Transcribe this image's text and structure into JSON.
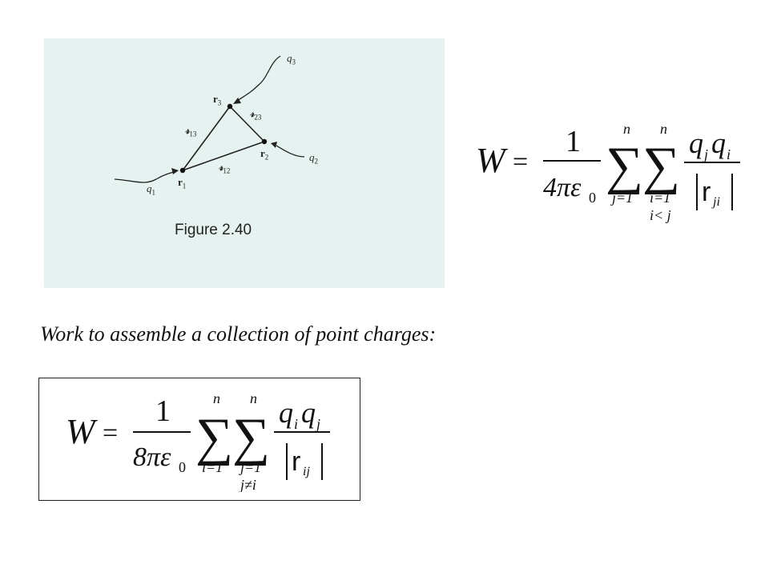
{
  "figure": {
    "caption": "Figure 2.40",
    "labels": {
      "q1": "q",
      "q1_sub": "1",
      "q2": "q",
      "q2_sub": "2",
      "q3": "q",
      "q3_sub": "3",
      "r1": "r",
      "r1_sub": "1",
      "r2": "r",
      "r2_sub": "2",
      "r3": "r",
      "r3_sub": "3",
      "s12": "𝓇",
      "s12_sub": "12",
      "s13": "𝓇",
      "s13_sub": "13",
      "s23": "𝓇",
      "s23_sub": "23"
    }
  },
  "equation_top": {
    "lhs": "W",
    "equals": "=",
    "numerator": "1",
    "denominator": "4πε",
    "denominator_sub": "0",
    "sum1_upper": "n",
    "sum1_lower": "j=1",
    "sum2_upper": "n",
    "sum2_lower": "i=1",
    "sum2_condition": "i< j",
    "frac_num": "q",
    "frac_num_sub1": "j",
    "frac_num_sub2": "i",
    "frac_den": "r",
    "frac_den_sub": "ji"
  },
  "caption": "Work to assemble a collection of point charges:",
  "equation_bottom": {
    "lhs": "W",
    "equals": "=",
    "numerator": "1",
    "denominator": "8πε",
    "denominator_sub": "0",
    "sum1_upper": "n",
    "sum1_lower": "i=1",
    "sum2_upper": "n",
    "sum2_lower": "j=1",
    "sum2_condition": "j≠i",
    "frac_num": "q",
    "frac_num_sub1": "i",
    "frac_num_sub2": "j",
    "frac_den": "r",
    "frac_den_sub": "ij"
  }
}
